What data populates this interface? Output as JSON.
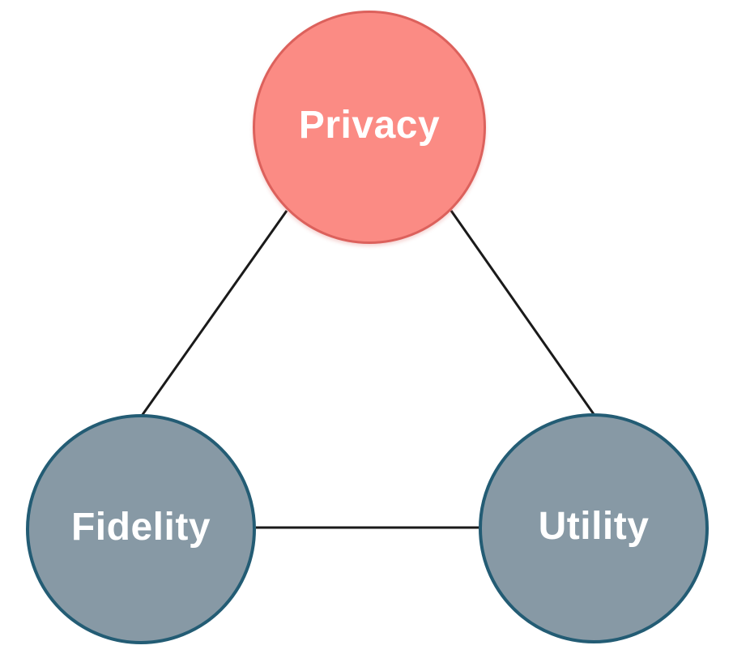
{
  "diagram": {
    "type": "node-link-diagram",
    "description": "Triangle trade-off diagram connecting three concepts",
    "background_color": "#FFFFFF",
    "edge_color": "#1A1A1A",
    "nodes": [
      {
        "id": "privacy",
        "label": "Privacy",
        "shape": "circle",
        "fill": "#FB8B84",
        "border": "#DC615C",
        "text_color": "#FFFFFF",
        "position": "top-center"
      },
      {
        "id": "fidelity",
        "label": "Fidelity",
        "shape": "circle",
        "fill": "#8799A5",
        "border": "#235C74",
        "text_color": "#FFFFFF",
        "position": "bottom-left"
      },
      {
        "id": "utility",
        "label": "Utility",
        "shape": "circle",
        "fill": "#8799A5",
        "border": "#235C74",
        "text_color": "#FFFFFF",
        "position": "bottom-right"
      }
    ],
    "edges": [
      {
        "from": "privacy",
        "to": "fidelity",
        "color": "#1A1A1A"
      },
      {
        "from": "privacy",
        "to": "utility",
        "color": "#1A1A1A"
      },
      {
        "from": "fidelity",
        "to": "utility",
        "color": "#1A1A1A"
      }
    ]
  }
}
